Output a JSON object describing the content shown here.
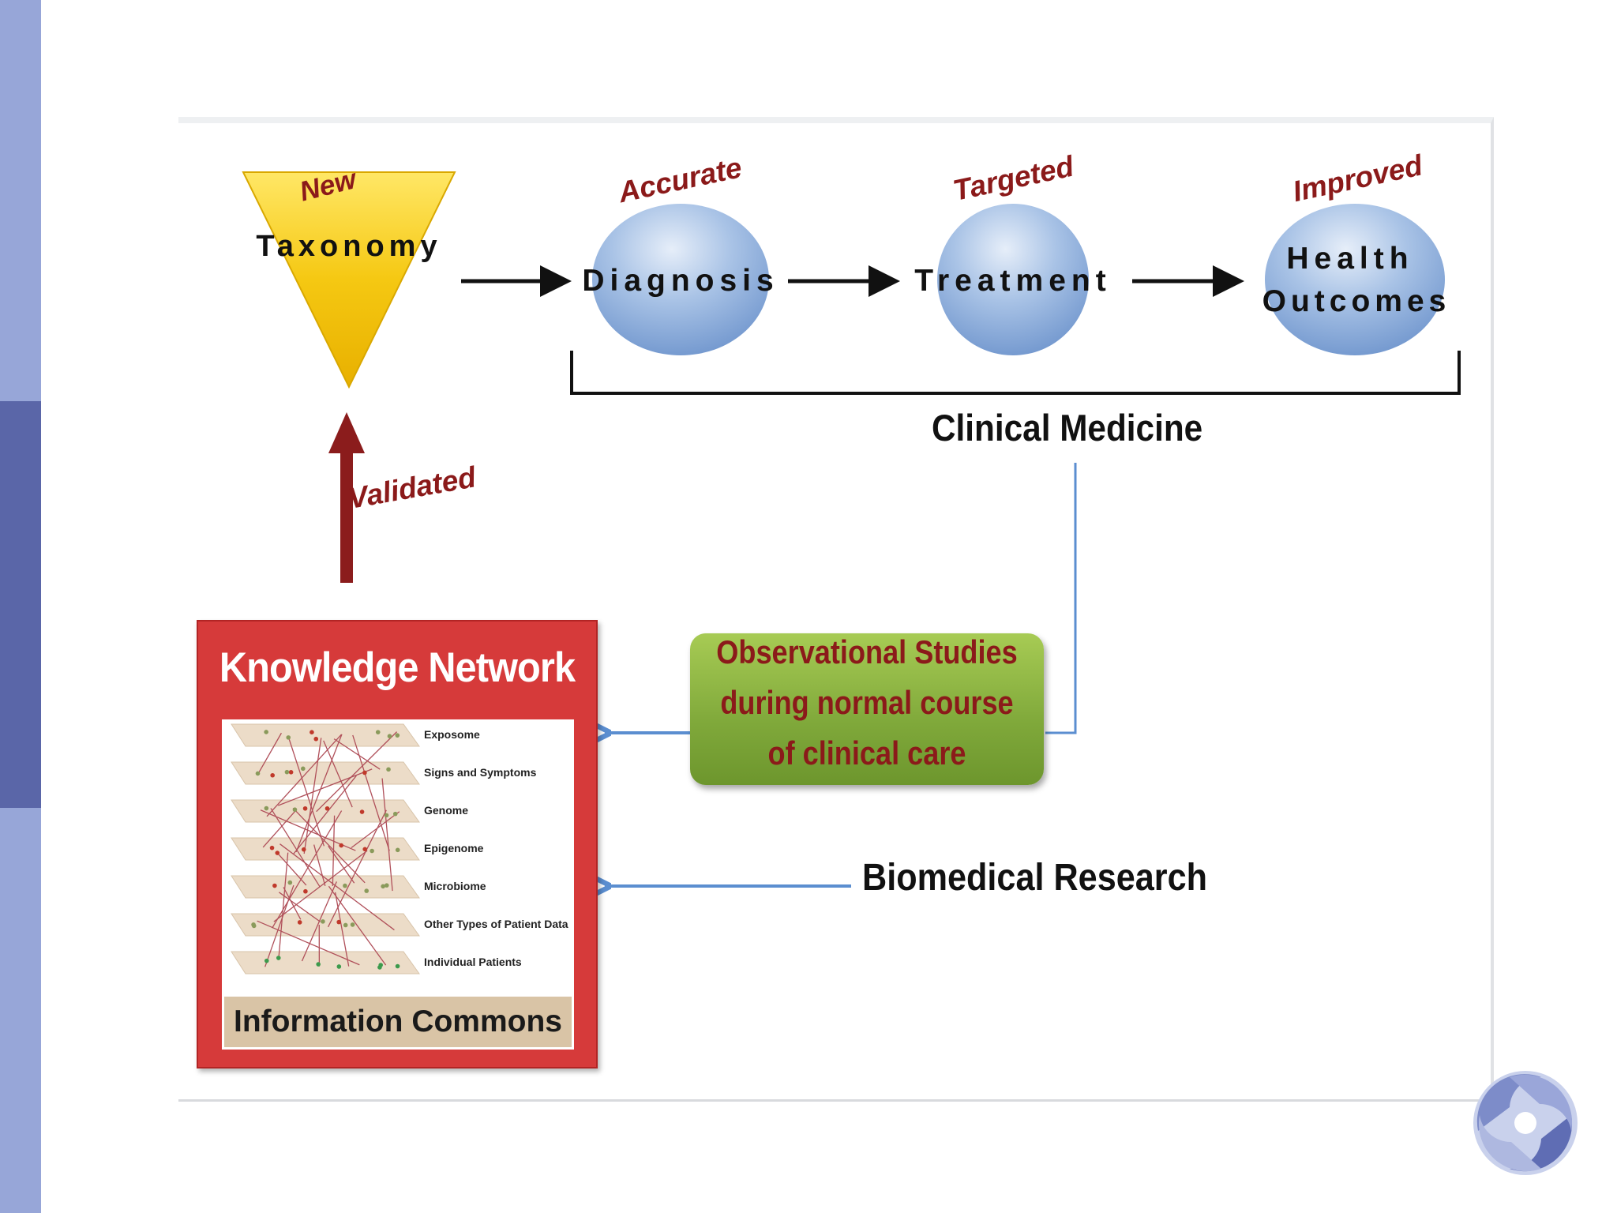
{
  "taxonomy": {
    "qualifier": "New",
    "label": "Taxonomy"
  },
  "diagnosis": {
    "qualifier": "Accurate",
    "label": "Diagnosis"
  },
  "treatment": {
    "qualifier": "Targeted",
    "label": "Treatment"
  },
  "outcomes": {
    "qualifier": "Improved",
    "label_line1": "Health",
    "label_line2": "Outcomes"
  },
  "clinical_medicine": "Clinical Medicine",
  "validated": "Validated",
  "knowledge_network": {
    "title": "Knowledge Network",
    "layers": [
      "Exposome",
      "Signs and Symptoms",
      "Genome",
      "Epigenome",
      "Microbiome",
      "Other Types of Patient Data",
      "Individual Patients"
    ],
    "footer": "Information Commons"
  },
  "observational": {
    "line1": "Observational Studies",
    "line2": "during normal course",
    "line3": "of clinical care"
  },
  "biomedical_research": "Biomedical Research",
  "colors": {
    "sidebar_light": "#97a6d8",
    "sidebar_dark": "#5a66a8",
    "qualifier_red": "#8b1a1a",
    "knowledge_red": "#d63a3a",
    "ellipse_blue": "#9bb8df",
    "triangle_yellow": "#f5d020",
    "arrow_blue": "#5b8ed0",
    "observational_green": "#8bb543"
  }
}
